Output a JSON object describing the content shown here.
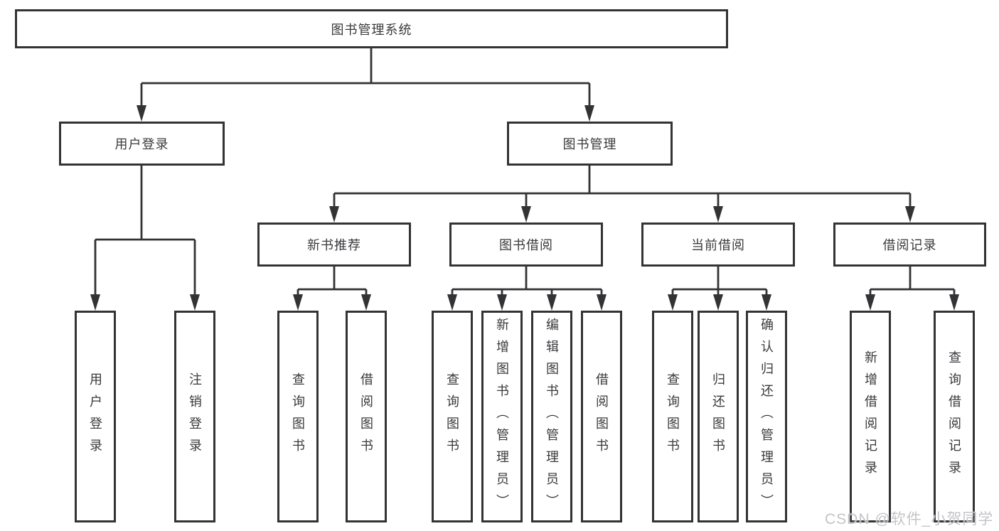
{
  "palette": {
    "line": "#333336",
    "box_border": "#333336",
    "text": "#3a3a3e",
    "watermark_gray": "#c1c1c6",
    "background": "#ffffff"
  },
  "diagram": {
    "root": {
      "label": "图书管理系统"
    },
    "branches": {
      "user_login": {
        "label": "用户登录",
        "leaves": [
          "用户登录",
          "注销登录"
        ]
      },
      "book_mgmt": {
        "label": "图书管理",
        "sections": {
          "new_book": {
            "label": "新书推荐",
            "leaves": [
              "查询图书",
              "借阅图书"
            ]
          },
          "book_borrow": {
            "label": "图书借阅",
            "leaves": [
              "查询图书",
              "新增图书（管理员）",
              "编辑图书（管理员）",
              "借阅图书"
            ]
          },
          "current_borrow": {
            "label": "当前借阅",
            "leaves": [
              "查询图书",
              "归还图书",
              "确认归还（管理员）"
            ]
          },
          "borrow_record": {
            "label": "借阅记录",
            "leaves": [
              "新增借阅记录",
              "查询借阅记录"
            ]
          }
        }
      }
    }
  },
  "watermark": {
    "text": "CSDN @软件_小贺同学"
  }
}
